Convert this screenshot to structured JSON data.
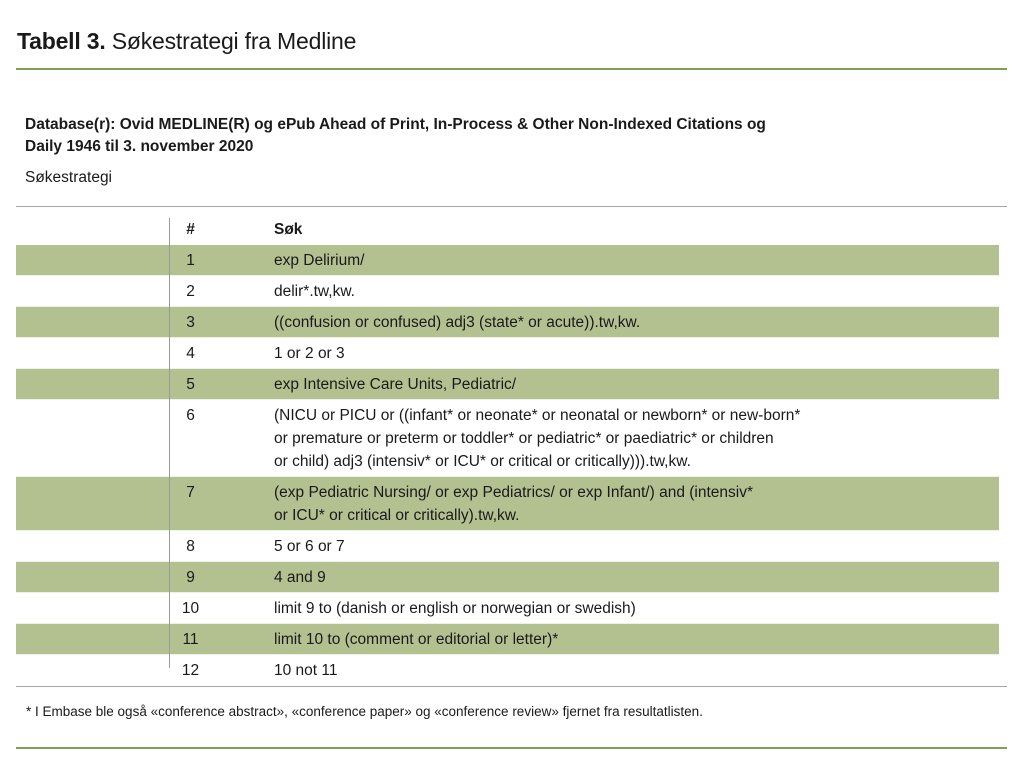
{
  "title": {
    "label": "Tabell 3.",
    "text": "Søkestrategi fra Medline"
  },
  "database": {
    "line1": "Database(r): Ovid MEDLINE(R) og ePub Ahead of Print, In-Process & Other Non-Indexed Citations og",
    "line2": "Daily 1946 til 3. november 2020"
  },
  "subheading": "Søkestrategi",
  "table": {
    "headers": {
      "num": "#",
      "query": "Søk"
    },
    "rows": [
      {
        "num": "1",
        "query": "exp Delirium/"
      },
      {
        "num": "2",
        "query": "delir*.tw,kw."
      },
      {
        "num": "3",
        "query": "((confusion or confused) adj3 (state* or acute)).tw,kw."
      },
      {
        "num": "4",
        "query": "1 or 2 or 3"
      },
      {
        "num": "5",
        "query": "exp Intensive Care Units, Pediatric/"
      },
      {
        "num": "6",
        "query": "(NICU or PICU or ((infant* or neonate* or neonatal or newborn* or new-born*\nor premature or preterm or toddler* or pediatric* or paediatric* or children\nor child) adj3 (intensiv* or ICU* or critical or critically))).tw,kw."
      },
      {
        "num": "7",
        "query": "(exp Pediatric Nursing/ or exp Pediatrics/ or exp Infant/) and (intensiv*\nor ICU* or critical or critically).tw,kw."
      },
      {
        "num": "8",
        "query": "5 or 6 or 7"
      },
      {
        "num": "9",
        "query": "4 and 9"
      },
      {
        "num": "10",
        "query": "limit 9 to (danish or english or norwegian or swedish)"
      },
      {
        "num": "11",
        "query": "limit 10 to (comment or editorial or letter)*"
      },
      {
        "num": "12",
        "query": "10 not 11"
      }
    ]
  },
  "footnote": "* I Embase ble også «conference abstract», «conference paper» og «conference review» fjernet fra resultatlisten.",
  "colors": {
    "accent_green_rule": "#80a057",
    "row_highlight": "#b3c191",
    "gray_rule": "#a6a6a6"
  }
}
